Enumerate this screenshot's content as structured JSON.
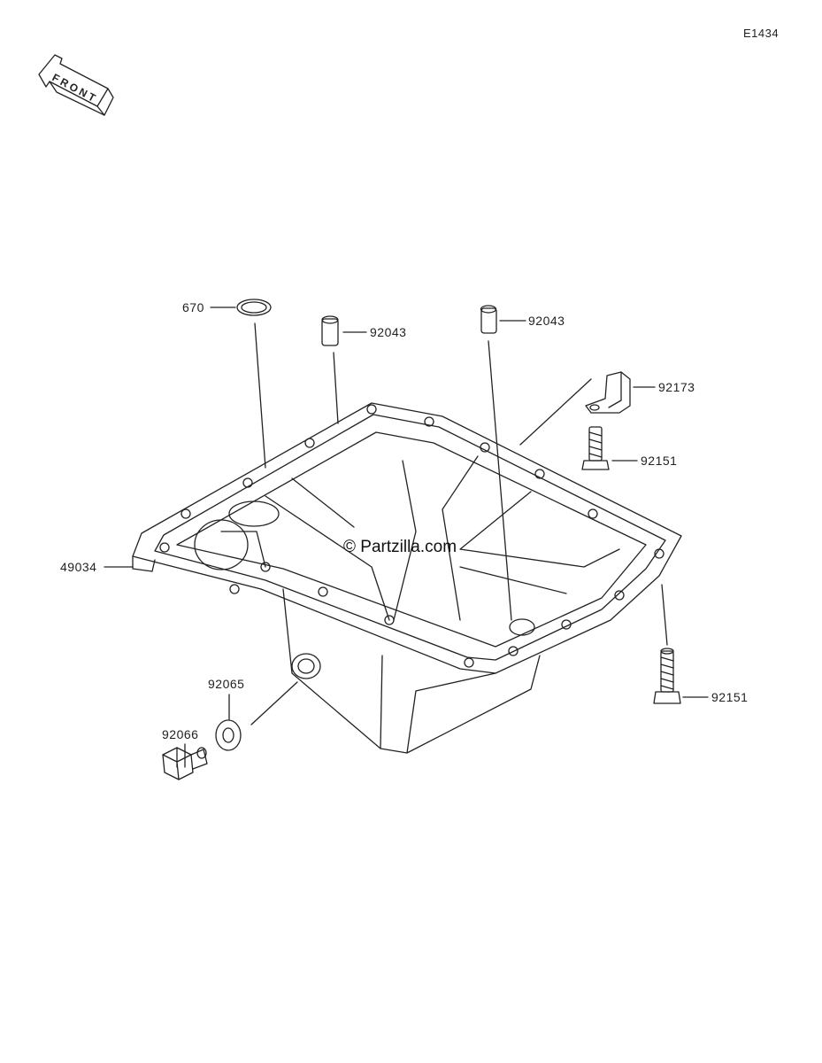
{
  "diagram": {
    "id_label": "E1434",
    "front_arrow_text": "FRONT",
    "watermark": "© Partzilla.com"
  },
  "parts": [
    {
      "number": "670",
      "name": "O-ring"
    },
    {
      "number": "92043",
      "name": "Dowel pin (left)"
    },
    {
      "number": "92043",
      "name": "Dowel pin (right)"
    },
    {
      "number": "92173",
      "name": "Clamp"
    },
    {
      "number": "92151",
      "name": "Bolt (clamp)"
    },
    {
      "number": "49034",
      "name": "Oil pan"
    },
    {
      "number": "92065",
      "name": "Washer"
    },
    {
      "number": "92066",
      "name": "Drain plug"
    },
    {
      "number": "92151",
      "name": "Bolt (pan)"
    }
  ],
  "colors": {
    "line": "#222222",
    "background": "#ffffff"
  }
}
